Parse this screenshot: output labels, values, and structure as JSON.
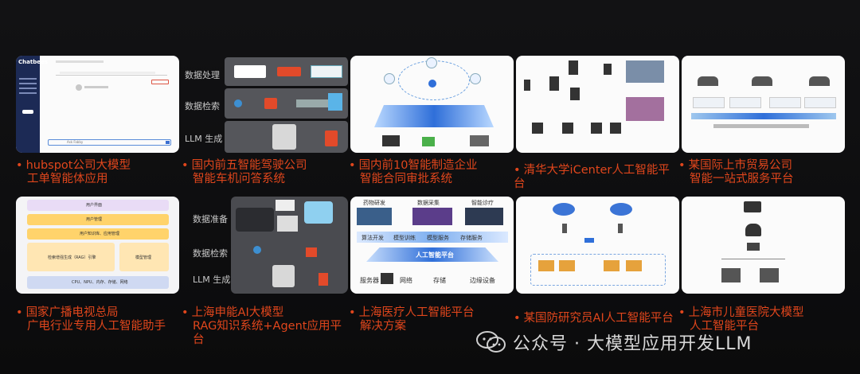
{
  "cards": [
    {
      "id": "c1",
      "caption": [
        "hubspot公司大模型",
        "工单智能体应用"
      ],
      "ui": {
        "brand": "Chatbees",
        "input_placeholder": "Ask Fabby"
      }
    },
    {
      "id": "c2",
      "caption": [
        "国内前五智能驾驶公司",
        "智能车机问答系统"
      ],
      "labels": [
        "数据处理",
        "数据检索",
        "LLM 生成"
      ]
    },
    {
      "id": "c3",
      "caption": [
        "国内前10智能制造企业",
        "智能合同审批系统"
      ]
    },
    {
      "id": "c4",
      "caption": [
        "清华大学iCenter人工智能平台"
      ]
    },
    {
      "id": "c5",
      "caption": [
        "某国际上市贸易公司",
        "智能一站式服务平台"
      ]
    },
    {
      "id": "c6",
      "caption": [
        "国家广播电视总局",
        "广电行业专用人工智能助手"
      ],
      "layers": [
        "用户界面",
        "用户管理",
        "用户知识库、应用管理",
        "检索增强生成（RAG）引擎",
        "模型管理",
        "CPU、NPU、内存、存储、网络"
      ]
    },
    {
      "id": "c7",
      "caption": [
        "上海申能AI大模型",
        "RAG知识系统+Agent应用平台"
      ],
      "labels": [
        "数据准备",
        "数据检索",
        "LLM 生成"
      ]
    },
    {
      "id": "c8",
      "caption": [
        "上海医疗人工智能平台",
        "解决方案"
      ],
      "top": [
        "药物研发",
        "数据采集",
        "智能诊疗"
      ],
      "services": [
        "算法开发",
        "模型训练",
        "模型服务",
        "存储服务"
      ],
      "platform": "人工智能平台",
      "infra": [
        "服务器",
        "网络",
        "存储",
        "边缘设备"
      ]
    },
    {
      "id": "c9",
      "caption": [
        "某国防研究员AI人工智能平台"
      ]
    },
    {
      "id": "c10",
      "caption": [
        "上海市儿童医院大模型",
        "人工智能平台"
      ]
    }
  ],
  "watermark": "公众号 · 大模型应用开发LLM"
}
